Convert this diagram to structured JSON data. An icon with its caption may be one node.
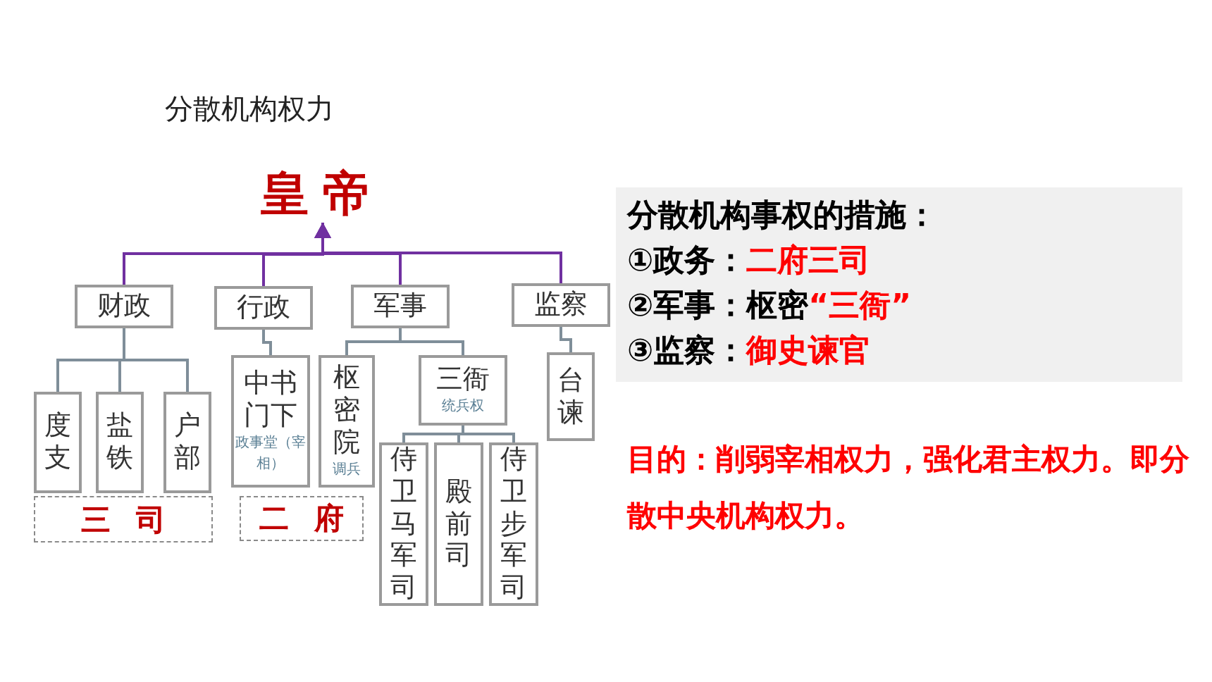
{
  "diagram": {
    "title": "分散机构权力",
    "nodes": [
      {
        "text": [
          "皇帝"
        ]
      },
      {
        "text": [
          "财政"
        ]
      },
      {
        "text": [
          "行政"
        ]
      },
      {
        "text": [
          "军事"
        ]
      },
      {
        "text": [
          "监察"
        ]
      },
      {
        "text": [
          "度支"
        ]
      },
      {
        "text": [
          "盐铁"
        ]
      },
      {
        "text": [
          "户部"
        ]
      },
      {
        "text": [
          "中书门下",
          "政事堂（宰相）"
        ]
      },
      {
        "text": [
          "枢密院",
          "调兵"
        ]
      },
      {
        "text": [
          "三衙",
          "统兵权"
        ]
      },
      {
        "text": [
          "侍卫马军司"
        ]
      },
      {
        "text": [
          "殿前司"
        ]
      },
      {
        "text": [
          "侍卫步军司"
        ]
      },
      {
        "text": [
          "台谏"
        ]
      },
      {
        "text": [
          "三司"
        ]
      },
      {
        "text": [
          "二府"
        ]
      },
      {
        "text": [
          "分散机构事权的措施：",
          "①政务：",
          "二府三司",
          "②军事：枢密",
          "“三衙”",
          "③监察：",
          "御史谏官"
        ]
      }
    ],
    "edges": [
      {
        "from": 1,
        "to": 0,
        "arrow": "to",
        "color": "#7030a0"
      },
      {
        "from": 2,
        "to": 0,
        "arrow": "to",
        "color": "#7030a0"
      },
      {
        "from": 3,
        "to": 0,
        "arrow": "to",
        "color": "#7030a0"
      },
      {
        "from": 4,
        "to": 0,
        "arrow": "to",
        "color": "#7030a0"
      },
      {
        "from": 1,
        "to": 5,
        "arrow": "none"
      },
      {
        "from": 1,
        "to": 6,
        "arrow": "none"
      },
      {
        "from": 1,
        "to": 7,
        "arrow": "none"
      },
      {
        "from": 2,
        "to": 8,
        "arrow": "none"
      },
      {
        "from": 3,
        "to": 9,
        "arrow": "none"
      },
      {
        "from": 3,
        "to": 10,
        "arrow": "none"
      },
      {
        "from": 10,
        "to": 11,
        "arrow": "none"
      },
      {
        "from": 10,
        "to": 12,
        "arrow": "none"
      },
      {
        "from": 10,
        "to": 13,
        "arrow": "none"
      },
      {
        "from": 4,
        "to": 14,
        "arrow": "none"
      }
    ],
    "labels": [
      "目的：削弱宰相权力，强化君主权力。即分散中央机构权力。"
    ]
  }
}
